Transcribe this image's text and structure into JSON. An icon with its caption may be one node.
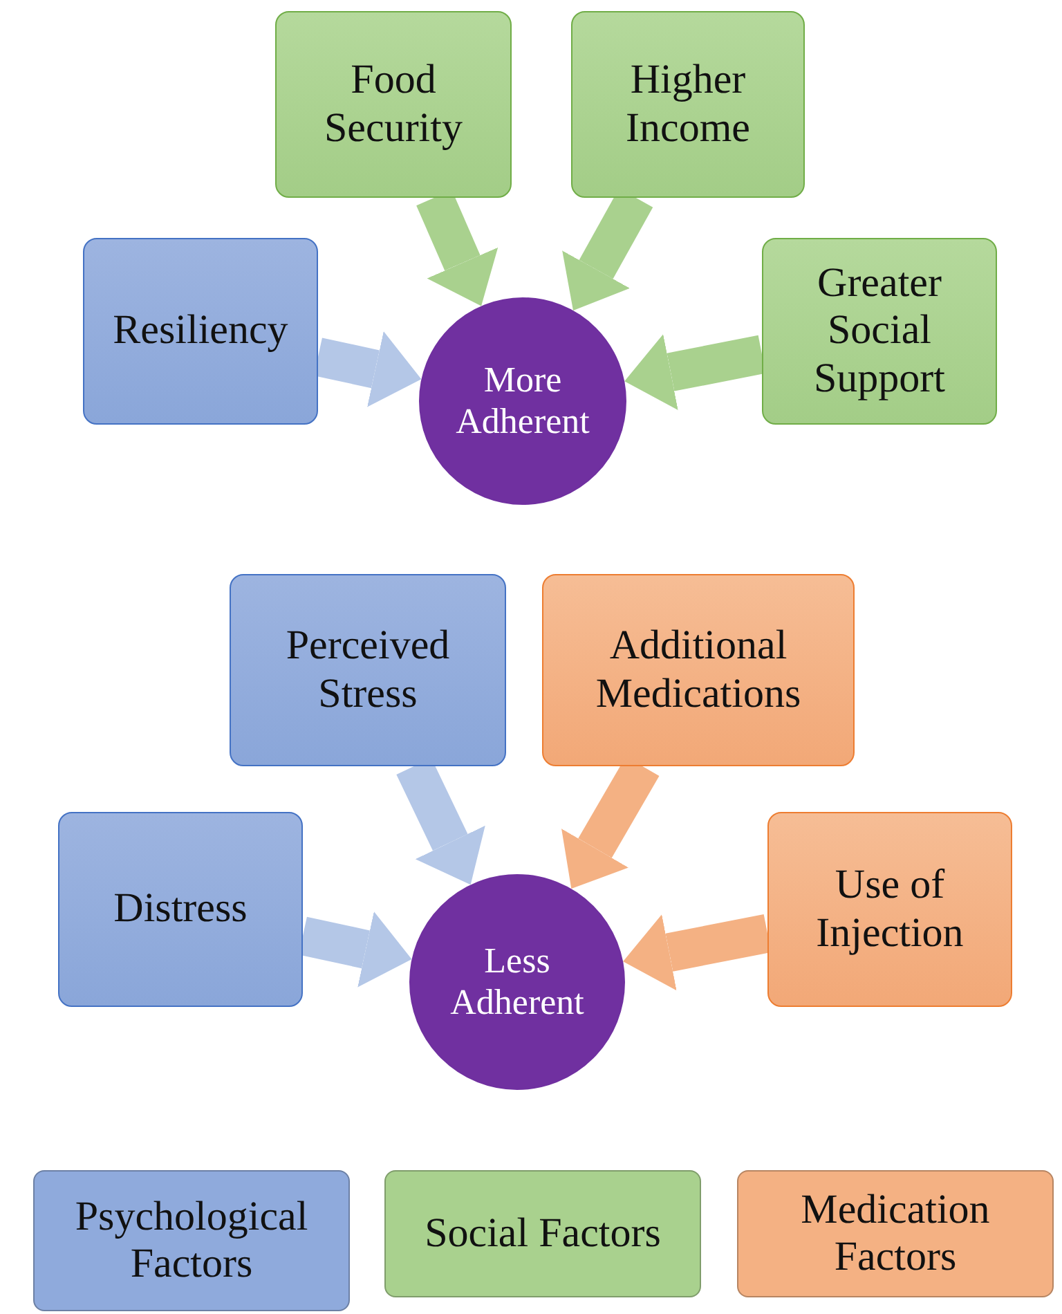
{
  "diagram": {
    "nodes": [
      {
        "text": [
          "Food Security"
        ]
      },
      {
        "text": [
          "Higher Income"
        ]
      },
      {
        "text": [
          "Resiliency"
        ]
      },
      {
        "text": [
          "Greater Social Support"
        ]
      },
      {
        "text": [
          "More Adherent"
        ]
      },
      {
        "text": [
          "Perceived Stress"
        ]
      },
      {
        "text": [
          "Additional Medications"
        ]
      },
      {
        "text": [
          "Distress"
        ]
      },
      {
        "text": [
          "Use of Injection"
        ]
      },
      {
        "text": [
          "Less Adherent"
        ]
      }
    ],
    "edges": [
      {
        "from": 0,
        "to": 4,
        "arrow": "to",
        "color": "#a9d18e"
      },
      {
        "from": 1,
        "to": 4,
        "arrow": "to",
        "color": "#a9d18e"
      },
      {
        "from": 2,
        "to": 4,
        "arrow": "to",
        "color": "#b4c7e7"
      },
      {
        "from": 3,
        "to": 4,
        "arrow": "to",
        "color": "#a9d18e"
      },
      {
        "from": 5,
        "to": 9,
        "arrow": "to",
        "color": "#b4c7e7"
      },
      {
        "from": 6,
        "to": 9,
        "arrow": "to",
        "color": "#f4b183"
      },
      {
        "from": 7,
        "to": 9,
        "arrow": "to",
        "color": "#b4c7e7"
      },
      {
        "from": 8,
        "to": 9,
        "arrow": "to",
        "color": "#f4b183"
      }
    ],
    "legend": [
      {
        "text": "Psychological Factors",
        "color": "#8faadc"
      },
      {
        "text": "Social Factors",
        "color": "#a9d18e"
      },
      {
        "text": "Medication Factors",
        "color": "#f4b183"
      }
    ]
  }
}
